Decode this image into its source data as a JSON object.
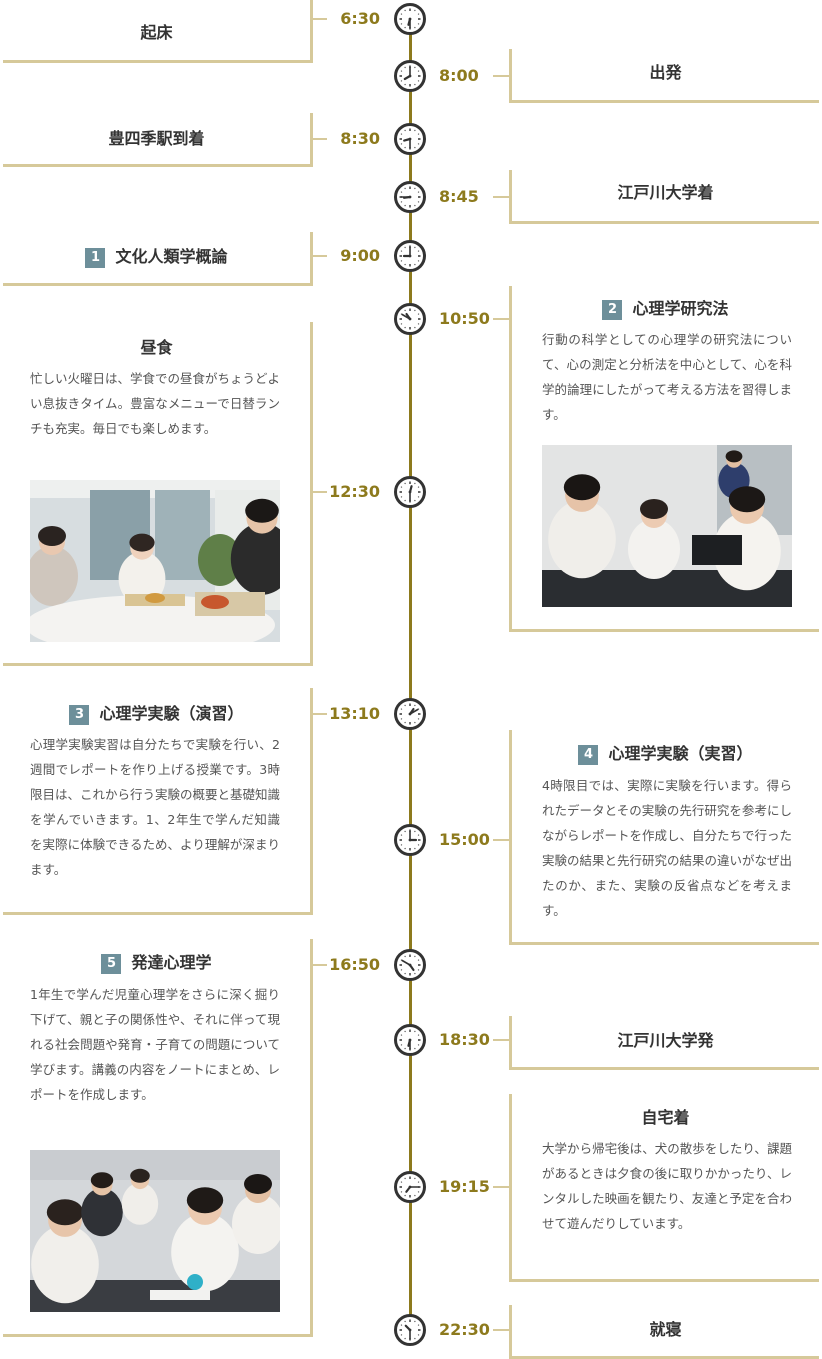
{
  "events": [
    {
      "time": "6:30",
      "title": "起床",
      "num": "",
      "desc": "",
      "hour": 6,
      "minute": 30
    },
    {
      "time": "8:00",
      "title": "出発",
      "num": "",
      "desc": "",
      "hour": 8,
      "minute": 0
    },
    {
      "time": "8:30",
      "title": "豊四季駅到着",
      "num": "",
      "desc": "",
      "hour": 8,
      "minute": 30
    },
    {
      "time": "8:45",
      "title": "江戸川大学着",
      "num": "",
      "desc": "",
      "hour": 8,
      "minute": 45
    },
    {
      "time": "9:00",
      "title": "文化人類学概論",
      "num": "1",
      "desc": "",
      "hour": 9,
      "minute": 0
    },
    {
      "time": "10:50",
      "title": "心理学研究法",
      "num": "2",
      "desc": "行動の科学としての心理学の研究法について、心の測定と分析法を中心として、心を科学的論理にしたがって考える方法を習得します。",
      "hour": 10,
      "minute": 50,
      "photo": "classroom-photo"
    },
    {
      "time": "12:30",
      "title": "昼食",
      "num": "",
      "desc": "忙しい火曜日は、学食での昼食がちょうどよい息抜きタイム。豊富なメニューで日替ランチも充実。毎日でも楽しめます。",
      "hour": 12,
      "minute": 30,
      "photo": "cafeteria-photo"
    },
    {
      "time": "13:10",
      "title": "心理学実験（演習）",
      "num": "3",
      "desc": "心理学実験実習は自分たちで実験を行い、2週間でレポートを作り上げる授業です。3時限目は、これから行う実験の概要と基礎知識を学んでいきます。1、2年生で学んだ知識を実際に体験できるため、より理解が深まります。",
      "hour": 13,
      "minute": 10
    },
    {
      "time": "15:00",
      "title": "心理学実験（実習）",
      "num": "4",
      "desc": "4時限目では、実際に実験を行います。得られたデータとその実験の先行研究を参考にしながらレポートを作成し、自分たちで行った実験の結果と先行研究の結果の違いがなぜ出たのか、また、実験の反省点などを考えます。",
      "hour": 15,
      "minute": 0
    },
    {
      "time": "16:50",
      "title": "発達心理学",
      "num": "5",
      "desc": "1年生で学んだ児童心理学をさらに深く掘り下げて、親と子の関係性や、それに伴って現れる社会問題や発育・子育ての問題について学びます。講義の内容をノートにまとめ、レポートを作成します。",
      "hour": 16,
      "minute": 50,
      "photo": "lecture-photo"
    },
    {
      "time": "18:30",
      "title": "江戸川大学発",
      "num": "",
      "desc": "",
      "hour": 18,
      "minute": 30
    },
    {
      "time": "19:15",
      "title": "自宅着",
      "num": "",
      "desc": "大学から帰宅後は、犬の散歩をしたり、課題があるときは夕食の後に取りかかったり、レンタルした映画を観たり、友達と予定を合わせて遊んだりしています。",
      "hour": 19,
      "minute": 15
    },
    {
      "time": "22:30",
      "title": "就寝",
      "num": "",
      "desc": "",
      "hour": 22,
      "minute": 30
    }
  ],
  "colors": {
    "gold": "#8d7a1d",
    "border": "#d6c99a",
    "badge": "#6d8f9a",
    "clock": "#333333"
  },
  "icons": {
    "clock": "clock-icon"
  }
}
